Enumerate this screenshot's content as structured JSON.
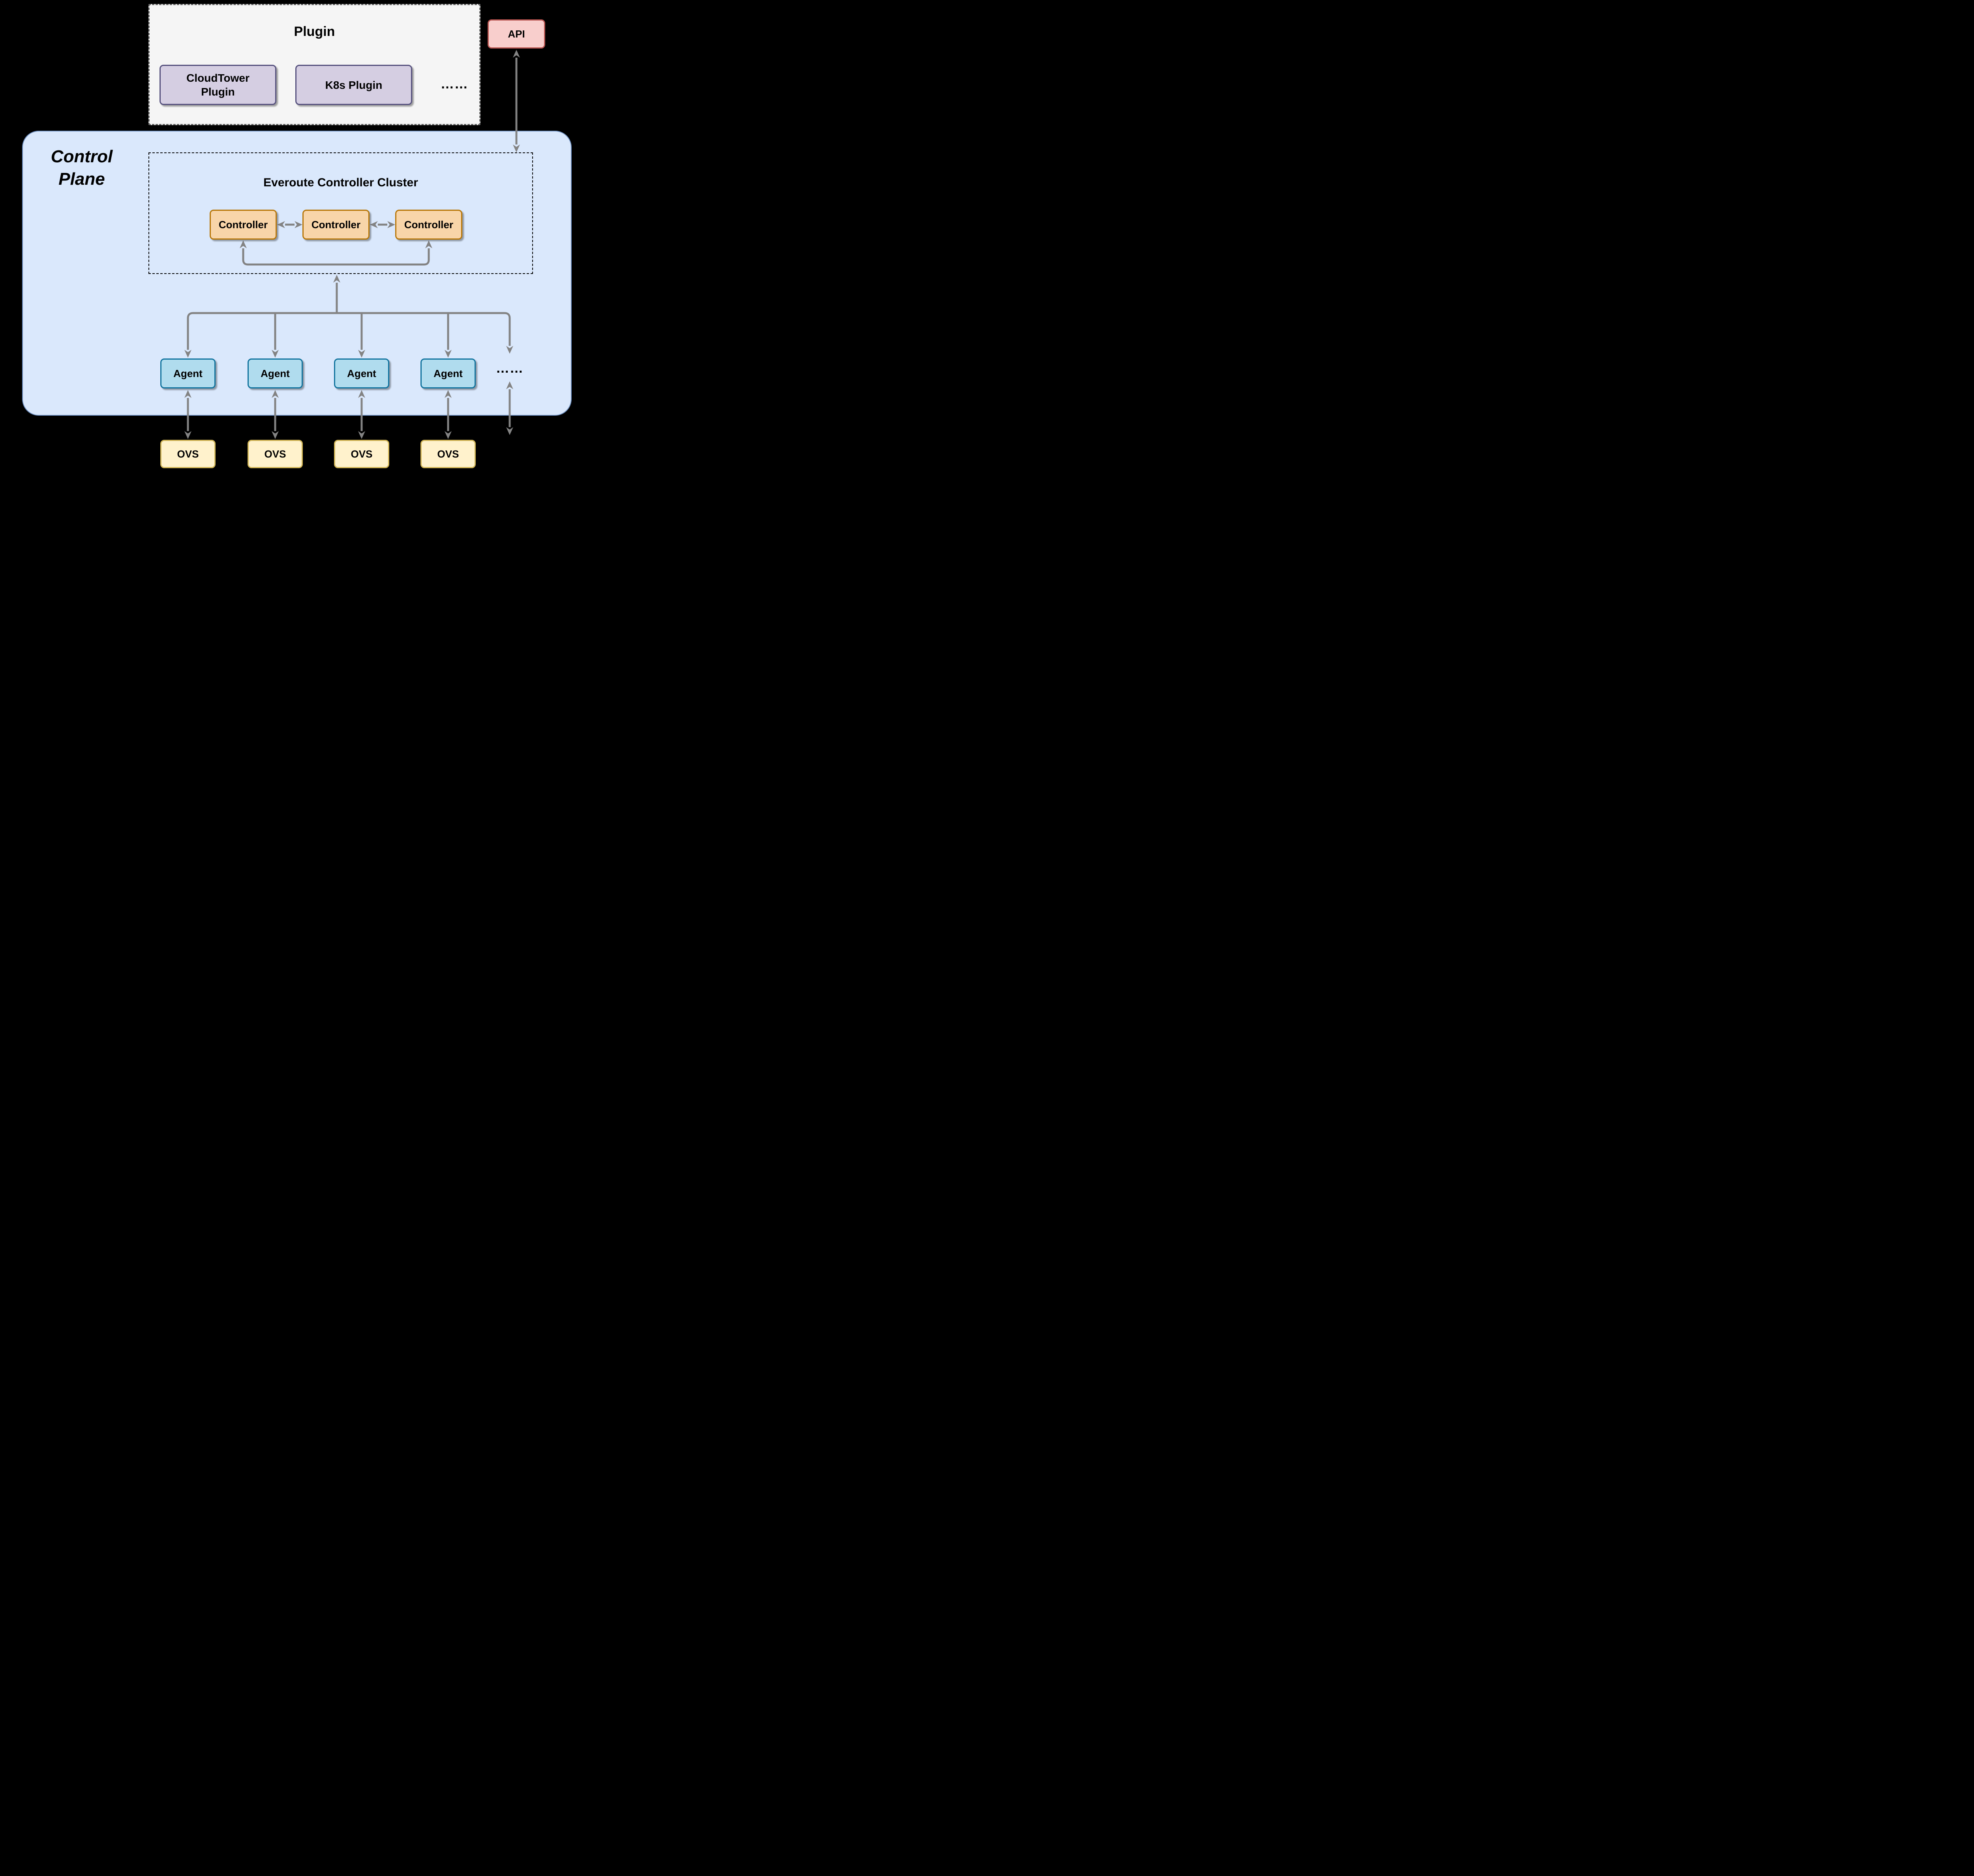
{
  "plugin_panel": {
    "title": "Plugin",
    "items": [
      {
        "label": "CloudTower Plugin"
      },
      {
        "label": "K8s Plugin"
      }
    ],
    "ellipsis": "……"
  },
  "api": {
    "label": "API"
  },
  "control_plane": {
    "label": "Control Plane"
  },
  "cluster": {
    "title": "Everoute Controller Cluster",
    "controllers": [
      "Controller",
      "Controller",
      "Controller"
    ]
  },
  "agents": {
    "items": [
      "Agent",
      "Agent",
      "Agent",
      "Agent"
    ],
    "ellipsis": "……"
  },
  "ovs": {
    "items": [
      "OVS",
      "OVS",
      "OVS",
      "OVS"
    ]
  },
  "edges": [
    {
      "from": "API",
      "to": "Everoute Controller Cluster",
      "type": "bidirectional"
    },
    {
      "from": "Controller 1",
      "to": "Controller 2",
      "type": "bidirectional"
    },
    {
      "from": "Controller 2",
      "to": "Controller 3",
      "type": "bidirectional"
    },
    {
      "from": "Controller 1",
      "to": "Controller 3",
      "type": "bidirectional-loop"
    },
    {
      "from": "Everoute Controller Cluster",
      "to": "Agent 1",
      "type": "fan-out"
    },
    {
      "from": "Everoute Controller Cluster",
      "to": "Agent 2",
      "type": "fan-out"
    },
    {
      "from": "Everoute Controller Cluster",
      "to": "Agent 3",
      "type": "fan-out"
    },
    {
      "from": "Everoute Controller Cluster",
      "to": "Agent 4",
      "type": "fan-out"
    },
    {
      "from": "Everoute Controller Cluster",
      "to": "more agents (ellipsis)",
      "type": "fan-out"
    },
    {
      "from": "Agent 1",
      "to": "OVS 1",
      "type": "bidirectional"
    },
    {
      "from": "Agent 2",
      "to": "OVS 2",
      "type": "bidirectional"
    },
    {
      "from": "Agent 3",
      "to": "OVS 3",
      "type": "bidirectional"
    },
    {
      "from": "Agent 4",
      "to": "OVS 4",
      "type": "bidirectional"
    },
    {
      "from": "more agents (ellipsis)",
      "to": "more OVS (not shown)",
      "type": "bidirectional"
    }
  ],
  "colors": {
    "background": "#000000",
    "plugin_panel_fill": "#f5f5f5",
    "plugin_panel_border": "#666666",
    "plugin_item_fill": "#d5cee2",
    "plugin_item_border": "#56517e",
    "api_fill": "#f8cecc",
    "api_border": "#b85450",
    "control_plane_fill": "#dae8fc",
    "control_plane_border": "#6c8ebf",
    "cluster_border": "#000000",
    "controller_fill": "#f8d5a9",
    "controller_border": "#b87709",
    "agent_fill": "#b0dcee",
    "agent_border": "#10739e",
    "ovs_fill": "#fff2cc",
    "ovs_border": "#d2b656",
    "arrow": "#838383",
    "text": "#000000"
  }
}
